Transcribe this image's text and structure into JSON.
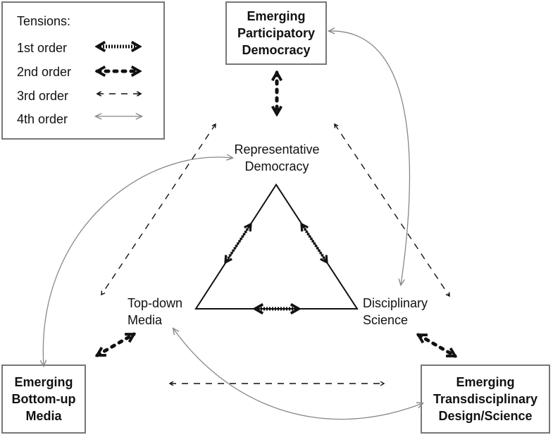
{
  "legend": {
    "title": "Tensions:",
    "items": [
      {
        "label": "1st order",
        "style": "hatched-double"
      },
      {
        "label": "2nd order",
        "style": "dotted-bold"
      },
      {
        "label": "3rd order",
        "style": "dashed"
      },
      {
        "label": "4th order",
        "style": "thin-solid"
      }
    ]
  },
  "nodes": {
    "participatory": {
      "lines": [
        "Emerging",
        "Participatory",
        "Democracy"
      ]
    },
    "bottom_up": {
      "lines": [
        "Emerging",
        "Bottom-up",
        "Media"
      ]
    },
    "transdisciplinary": {
      "lines": [
        "Emerging",
        "Transdisciplinary",
        "Design/Science"
      ]
    },
    "representative": {
      "lines": [
        "Representative",
        "Democracy"
      ]
    },
    "top_down": {
      "lines": [
        "Top-down",
        "Media"
      ]
    },
    "disciplinary": {
      "lines": [
        "Disciplinary",
        "Science"
      ]
    }
  },
  "colors": {
    "stroke_dark": "#111111",
    "stroke_gray": "#888888",
    "box_border": "#777777"
  }
}
